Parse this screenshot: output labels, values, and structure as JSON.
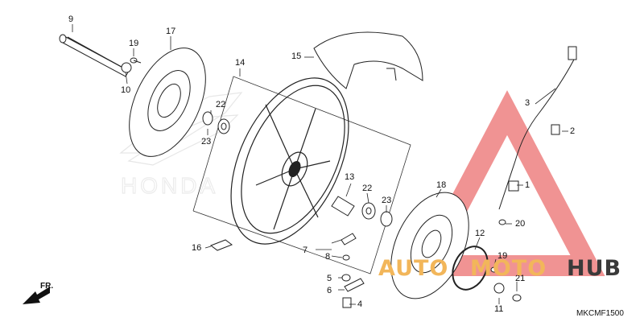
{
  "diagram": {
    "part_labels": [
      "1",
      "2",
      "3",
      "4",
      "5",
      "6",
      "7",
      "8",
      "9",
      "10",
      "11",
      "12",
      "13",
      "14",
      "15",
      "16",
      "17",
      "18",
      "19",
      "19",
      "20",
      "21",
      "22",
      "22",
      "23",
      "23"
    ],
    "front_arrow_label": "FR.",
    "diagram_code": "MKCMF1500"
  },
  "watermark": {
    "brand_part1": "AUTO",
    "brand_part2": "MOTO",
    "brand_part3": "HUB",
    "accent_color": "#e33b3b",
    "text_color_gold": "#f2b65a",
    "text_color_dark": "#3a3a3a"
  },
  "logo_text": "HONDA"
}
